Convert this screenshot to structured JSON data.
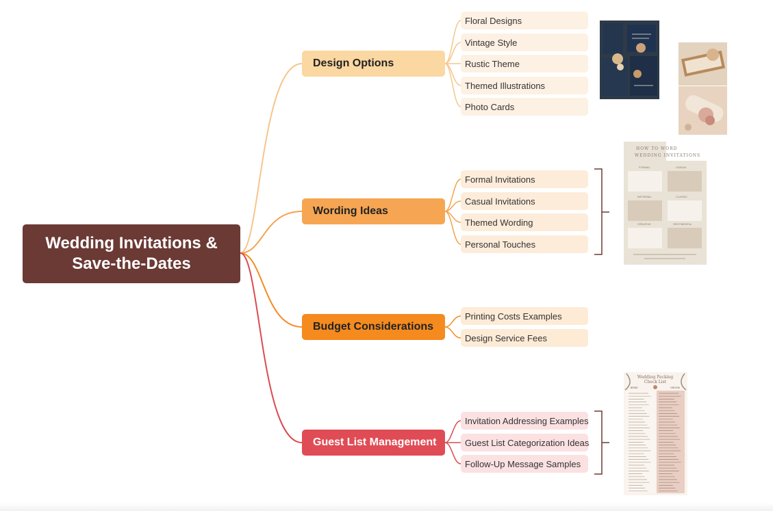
{
  "root": {
    "label": "Wedding Invitations &\nSave-the-Dates"
  },
  "branches": [
    {
      "label": "Design Options",
      "color": "#fbd7a2",
      "text_color": "#222222",
      "children": [
        "Floral Designs",
        "Vintage Style",
        "Rustic Theme",
        "Themed Illustrations",
        "Photo Cards"
      ],
      "child_bg": "#fdf1e3"
    },
    {
      "label": "Wording Ideas",
      "color": "#f6a652",
      "text_color": "#222222",
      "children": [
        "Formal Invitations",
        "Casual Invitations",
        "Themed Wording",
        "Personal Touches"
      ],
      "child_bg": "#fdecda"
    },
    {
      "label": "Budget Considerations",
      "color": "#f58a1f",
      "text_color": "#222222",
      "children": [
        "Printing Costs Examples",
        "Design Service Fees"
      ],
      "child_bg": "#fdebd6"
    },
    {
      "label": "Guest List Management",
      "color": "#e04c55",
      "text_color": "#ffffff",
      "children": [
        "Invitation Addressing Examples",
        "Guest List Categorization Ideas",
        "Follow-Up Message Samples"
      ],
      "child_bg": "#fbe1e2"
    }
  ],
  "images": {
    "wording_card": {
      "title": "HOW TO WORD WEDDING INVITATIONS",
      "sections": [
        "FORMAL",
        "CASUAL",
        "INFORMAL",
        "CLASSIC",
        "CREATIVE",
        "SENTIMENTAL"
      ]
    },
    "packing_list": {
      "title": "Wedding Packing Check List",
      "columns": [
        "BRIDE",
        "GROOM"
      ]
    }
  }
}
